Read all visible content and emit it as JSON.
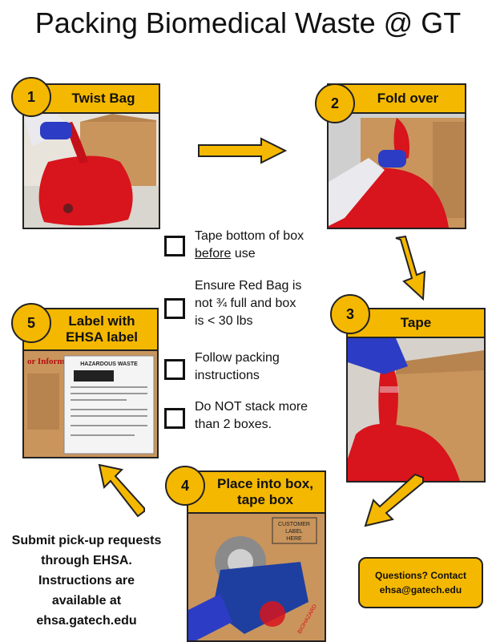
{
  "title": "Packing Biomedical Waste @ GT",
  "steps": [
    {
      "number": "1",
      "label": "Twist Bag"
    },
    {
      "number": "2",
      "label": "Fold over"
    },
    {
      "number": "3",
      "label": "Tape"
    },
    {
      "number": "4",
      "label_line1": "Place into box,",
      "label_line2": "tape box"
    },
    {
      "number": "5",
      "label_line1": "Label with",
      "label_line2": "EHSA label"
    }
  ],
  "checklist": [
    {
      "line1": "Tape bottom of box",
      "line2_underlined": "before",
      "line2_rest": " use"
    },
    {
      "line1": "Ensure Red Bag is",
      "line2": "not ¾ full and box",
      "line3": "is < 30 lbs"
    },
    {
      "line1": "Follow packing",
      "line2": "instructions"
    },
    {
      "line1": "Do NOT stack more",
      "line2": "than 2 boxes."
    }
  ],
  "submit": {
    "line1": "Submit pick-up requests",
    "line2": "through EHSA.",
    "line3": "Instructions are",
    "line4": "available at",
    "line5": "ehsa.gatech.edu"
  },
  "contact": {
    "line1": "Questions? Contact",
    "line2": "ehsa@gatech.edu"
  },
  "label_photo": {
    "header": "HAZARDOUS WASTE",
    "box_text": "or Inform"
  },
  "tape_photo": {
    "box_text_1": "CUSTOMER",
    "box_text_2": "LABEL",
    "box_text_3": "HERE",
    "side_text": "BIOHAZARD"
  },
  "colors": {
    "accent": "#f5b800",
    "bag_red": "#d8141c",
    "cardboard": "#c9955c",
    "glove": "#2c3cc4"
  }
}
